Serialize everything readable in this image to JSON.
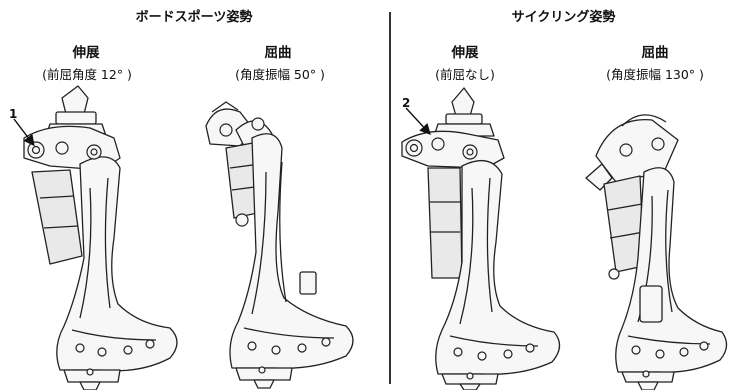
{
  "panels": {
    "board": {
      "title": "ボードスポーツ姿勢",
      "extension": {
        "title": "伸展",
        "subtitle": "(前屈角度 12°   )"
      },
      "flexion": {
        "title": "屈曲",
        "subtitle": "(角度振幅 50°   )"
      },
      "callout": "1"
    },
    "cycling": {
      "title": "サイクリング姿勢",
      "extension": {
        "title": "伸展",
        "subtitle": "(前屈なし)"
      },
      "flexion": {
        "title": "屈曲",
        "subtitle": "(角度振幅 130°   )"
      },
      "callout": "2"
    }
  },
  "colors": {
    "line": "#222222",
    "fill": "#f7f7f7",
    "shade": "#9a9a9a"
  }
}
